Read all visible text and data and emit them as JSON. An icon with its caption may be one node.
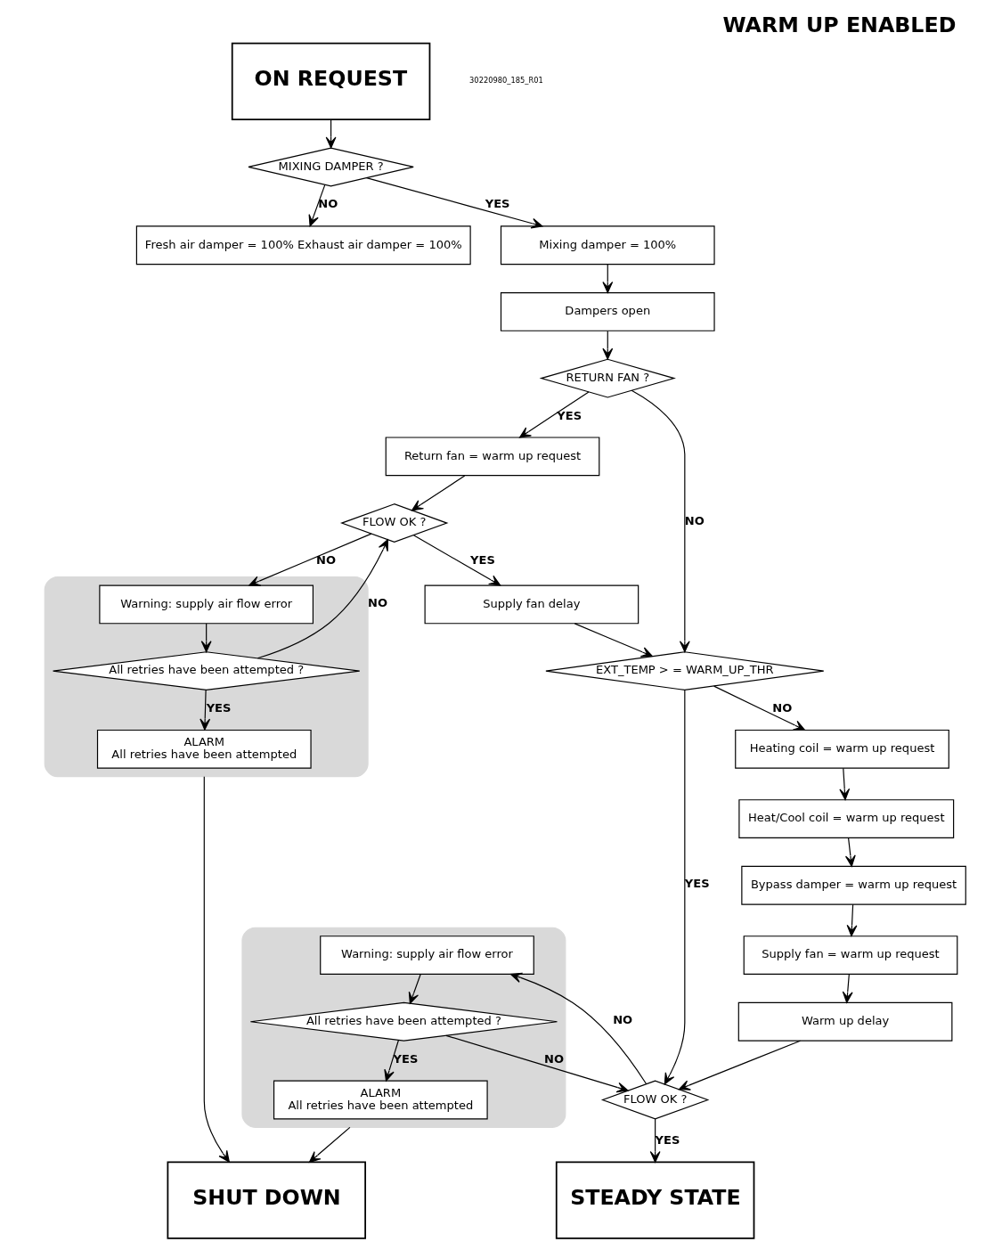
{
  "diagram": {
    "title": "WARM UP ENABLED",
    "nodes": [
      {
        "text": [
          "ON REQUEST"
        ]
      },
      {
        "text": [
          "MIXING DAMPER ?"
        ]
      },
      {
        "text": [
          "Fresh air damper = 100% Exhaust air damper = 100%"
        ]
      },
      {
        "text": [
          "Mixing damper = 100%"
        ]
      },
      {
        "text": [
          "Dampers open"
        ]
      },
      {
        "text": [
          "RETURN FAN ?"
        ]
      },
      {
        "text": [
          "Return fan = warm up request"
        ]
      },
      {
        "text": [
          "FLOW OK ?"
        ]
      },
      {
        "text": [
          "Supply fan delay"
        ]
      },
      {
        "text": [
          "EXT_TEMP > = WARM_UP_THR"
        ]
      },
      {
        "text": [
          "Heating coil = warm up request"
        ]
      },
      {
        "text": [
          "Heat/Cool coil = warm up request"
        ]
      },
      {
        "text": [
          "Bypass damper = warm up request"
        ]
      },
      {
        "text": [
          "Supply fan = warm up request"
        ]
      },
      {
        "text": [
          "Warm up delay"
        ]
      },
      {
        "text": [
          "FLOW OK ?"
        ]
      },
      {
        "text": [],
        "shape": "box"
      },
      {
        "text": [
          "Warning: supply air flow error"
        ],
        "in": 16
      },
      {
        "text": [
          "All retries have been attempted ?"
        ],
        "in": 16
      },
      {
        "text": [
          "ALARM",
          "All retries have been attempted"
        ],
        "in": 16
      },
      {
        "text": [],
        "shape": "box"
      },
      {
        "text": [
          "Warning: supply air flow error"
        ],
        "in": 20
      },
      {
        "text": [
          "All retries have been attempted ?"
        ],
        "in": 20
      },
      {
        "text": [
          "ALARM",
          "All retries have been attempted"
        ],
        "in": 20
      },
      {
        "text": [
          "SHUT DOWN"
        ]
      },
      {
        "text": [
          "STEADY STATE"
        ]
      }
    ],
    "edges": [
      {
        "from": 0,
        "to": 1,
        "arrow": "to"
      },
      {
        "from": 1,
        "to": 2,
        "arrow": "to",
        "label": "NO"
      },
      {
        "from": 1,
        "to": 3,
        "arrow": "to",
        "label": "YES"
      },
      {
        "from": 3,
        "to": 4,
        "arrow": "to"
      },
      {
        "from": 4,
        "to": 5,
        "arrow": "to"
      },
      {
        "from": 5,
        "to": 6,
        "arrow": "to",
        "label": "YES"
      },
      {
        "from": 5,
        "to": 9,
        "arrow": "to",
        "label": "NO"
      },
      {
        "from": 6,
        "to": 7,
        "arrow": "to"
      },
      {
        "from": 7,
        "to": 8,
        "arrow": "to",
        "label": "YES"
      },
      {
        "from": 7,
        "to": 21,
        "arrow": "to",
        "label": "NO"
      },
      {
        "from": 8,
        "to": 9,
        "arrow": "to"
      },
      {
        "from": 9,
        "to": 15,
        "arrow": "to",
        "label": "YES"
      },
      {
        "from": 9,
        "to": 10,
        "arrow": "to",
        "label": "NO"
      },
      {
        "from": 10,
        "to": 11,
        "arrow": "to"
      },
      {
        "from": 11,
        "to": 12,
        "arrow": "to"
      },
      {
        "from": 12,
        "to": 13,
        "arrow": "to"
      },
      {
        "from": 13,
        "to": 14,
        "arrow": "to"
      },
      {
        "from": 14,
        "to": 15,
        "arrow": "to"
      },
      {
        "from": 15,
        "to": 17,
        "arrow": "to",
        "label": "NO"
      },
      {
        "from": 15,
        "to": 25,
        "arrow": "to",
        "label": "YES"
      },
      {
        "from": 17,
        "to": 18,
        "arrow": "to"
      },
      {
        "from": 18,
        "to": 19,
        "arrow": "to",
        "label": "YES"
      },
      {
        "from": 18,
        "to": 15,
        "arrow": "to",
        "label": "NO"
      },
      {
        "from": 21,
        "to": 22,
        "arrow": "to"
      },
      {
        "from": 22,
        "to": 23,
        "arrow": "to",
        "label": "YES"
      },
      {
        "from": 22,
        "to": 7,
        "arrow": "to",
        "label": "NO"
      },
      {
        "from": 16,
        "to": 24,
        "arrow": "to"
      },
      {
        "from": 20,
        "to": 24,
        "arrow": "to"
      }
    ],
    "labels": [
      "30220980_185_R01"
    ]
  }
}
